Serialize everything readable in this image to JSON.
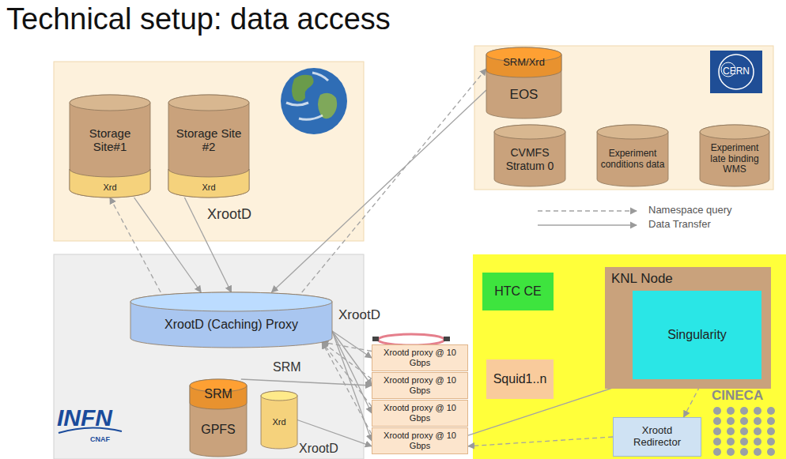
{
  "diagram": {
    "title": "Technical setup: data access",
    "nodes": [
      {
        "text": [
          "Storage Site#1",
          "Xrd"
        ]
      },
      {
        "text": [
          "Storage Site #2",
          "Xrd"
        ]
      },
      {
        "text": [
          "SRM/Xrd",
          "EOS"
        ]
      },
      {
        "text": [
          "CVMFS Stratum 0"
        ]
      },
      {
        "text": [
          "Experiment conditions data"
        ]
      },
      {
        "text": [
          "Experiment late binding WMS"
        ]
      },
      {
        "text": [
          "XrootD (Caching) Proxy"
        ]
      },
      {
        "text": [
          "SRM",
          "GPFS"
        ]
      },
      {
        "text": [
          "Xrd"
        ]
      },
      {
        "text": [
          "Xrootd proxy @ 10 Gbps"
        ]
      },
      {
        "text": [
          "Xrootd proxy @ 10 Gbps"
        ]
      },
      {
        "text": [
          "Xrootd proxy @ 10 Gbps"
        ]
      },
      {
        "text": [
          "Xrootd proxy @ 10 Gbps"
        ]
      },
      {
        "text": [
          "HTC CE"
        ]
      },
      {
        "text": [
          "KNL Node"
        ]
      },
      {
        "text": [
          "Singularity"
        ],
        "in": 14
      },
      {
        "text": [
          "Squid1..n"
        ]
      },
      {
        "text": [
          "Xrootd Redirector"
        ]
      }
    ],
    "edges": [
      {
        "from": 6,
        "to": 0,
        "arrow": "to"
      },
      {
        "from": 0,
        "to": 6,
        "arrow": "to"
      },
      {
        "from": 1,
        "to": 6,
        "arrow": "to"
      },
      {
        "from": 6,
        "to": 2,
        "arrow": "to"
      },
      {
        "from": 2,
        "to": 6,
        "arrow": "to"
      },
      {
        "from": 6,
        "to": 9,
        "arrow": "to"
      },
      {
        "from": 6,
        "to": 10,
        "arrow": "to"
      },
      {
        "from": 6,
        "to": 11,
        "arrow": "to"
      },
      {
        "from": 6,
        "to": 12,
        "arrow": "to"
      },
      {
        "from": 9,
        "to": 6,
        "arrow": "to"
      },
      {
        "from": 10,
        "to": 6,
        "arrow": "to"
      },
      {
        "from": 11,
        "to": 6,
        "arrow": "to"
      },
      {
        "from": 12,
        "to": 6,
        "arrow": "to"
      },
      {
        "from": 7,
        "to": 10,
        "arrow": "to"
      },
      {
        "from": 8,
        "to": 12,
        "arrow": "to"
      },
      {
        "from": 12,
        "to": 15,
        "arrow": "to"
      },
      {
        "from": 15,
        "to": 17,
        "arrow": "to"
      },
      {
        "from": 17,
        "to": 12,
        "arrow": "to"
      }
    ],
    "labels": [
      "XrootD",
      "CERN",
      "XrootD",
      "SRM",
      "XrootD",
      "INFN",
      "CNAF",
      "CINECA"
    ],
    "legend": [
      {
        "text": "Namespace query"
      },
      {
        "text": "Data Transfer"
      }
    ]
  }
}
